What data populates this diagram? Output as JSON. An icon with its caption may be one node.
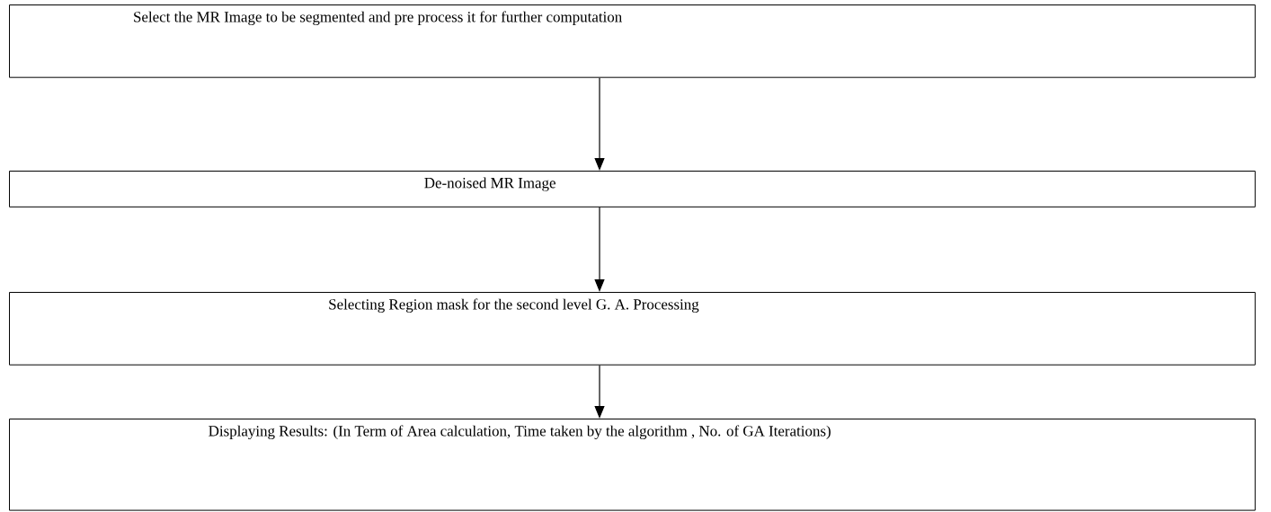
{
  "diagram": {
    "nodes": [
      {
        "text": [
          "Select the MR Image to be segmented and pre process it for further computation"
        ]
      },
      {
        "text": [
          "De-noised MR Image"
        ]
      },
      {
        "text": [
          "Selecting Region mask for the second level G. A. Processing"
        ]
      },
      {
        "text": [
          "Displaying Results: (In Term of Area calculation, Time taken by the algorithm ,  No. of GA Iterations)"
        ]
      }
    ],
    "edges": [
      {
        "from": 0,
        "to": 1,
        "arrow": "to"
      },
      {
        "from": 1,
        "to": 2,
        "arrow": "to"
      },
      {
        "from": 2,
        "to": 3,
        "arrow": "to"
      }
    ]
  }
}
